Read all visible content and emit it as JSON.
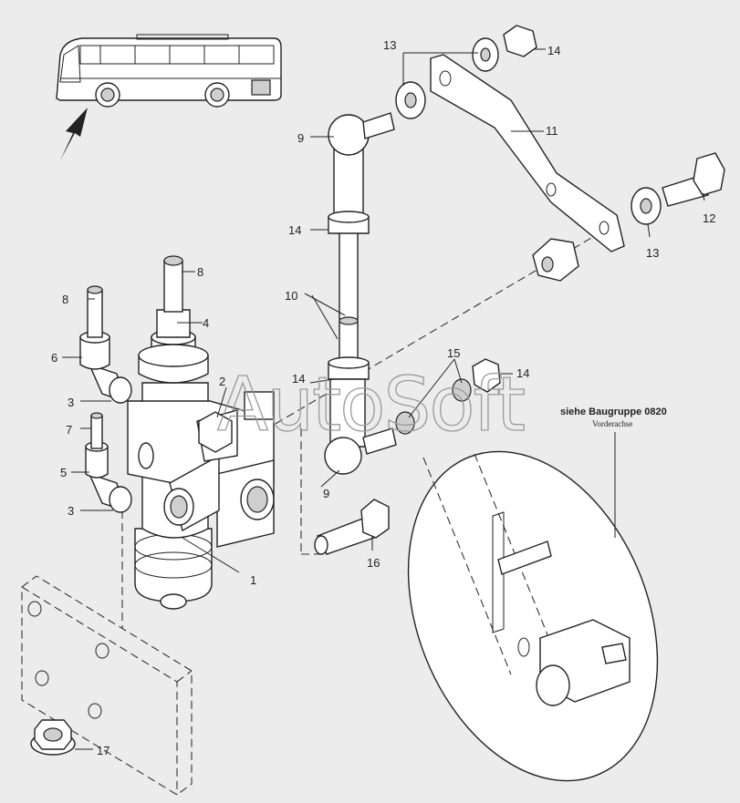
{
  "watermark": "AutoSoft",
  "callout": {
    "title": "siehe Baugruppe 0820",
    "subtitle": "Vorderachse"
  },
  "part_labels": [
    "1",
    "2",
    "3",
    "3",
    "4",
    "5",
    "6",
    "7",
    "8",
    "8",
    "9",
    "9",
    "10",
    "11",
    "12",
    "13",
    "13",
    "14",
    "14",
    "14",
    "14",
    "15",
    "16",
    "17"
  ],
  "icons": [
    "bus-icon",
    "direction-arrow-icon"
  ]
}
